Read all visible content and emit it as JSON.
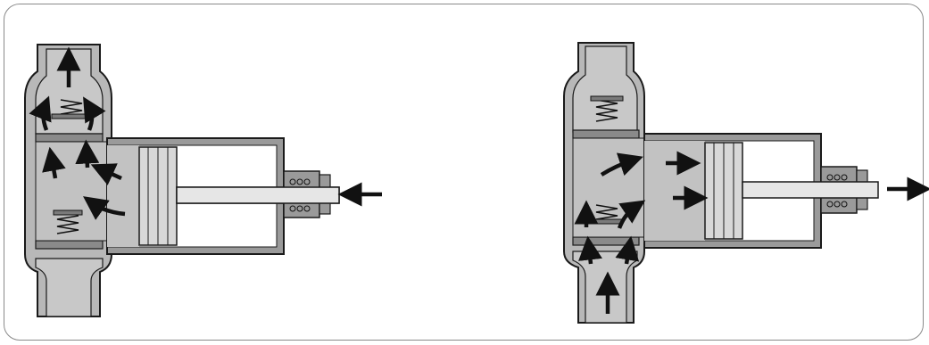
{
  "figure": {
    "panels": [
      {
        "id": "compression-stroke",
        "rod_motion": "inward",
        "open_valve": "discharge",
        "flow": "upward-out"
      },
      {
        "id": "suction-stroke",
        "rod_motion": "outward",
        "open_valve": "suction",
        "flow": "upward-in"
      }
    ],
    "colors": {
      "body_fill": "#b8b8b8",
      "wall_fill": "#9a9a9a",
      "outline": "#1a1a1a",
      "arrow": "#111111",
      "rod_fill": "#e6e6e6",
      "frame": "#8a8a8a"
    }
  }
}
